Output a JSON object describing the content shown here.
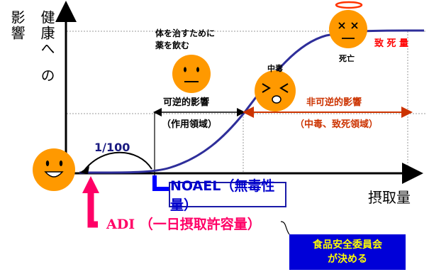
{
  "axes": {
    "y_label_main": "健康へ",
    "y_label_main_2": "の",
    "y_label_left": "影響",
    "x_label": "摂取量"
  },
  "annotations": {
    "ratio": "1/100",
    "effect_note_1": "体を治すために",
    "effect_note_2": "薬を飲む",
    "reversible": "可逆的影響",
    "action_region": "（作用領域）",
    "poisoning": "中毒",
    "irreversible": "非可逆的影響",
    "toxic_region": "（中毒、致死領域）",
    "death": "死亡",
    "lethal_dose": "致 死 量"
  },
  "noael": {
    "label": "NOAEL（無毒性量）"
  },
  "adi": {
    "label": "ADI （一日摂取許容量）"
  },
  "decider": {
    "line1": "食品安全委員会",
    "line2": "が決める"
  },
  "colors": {
    "curve": "#2e2e9a",
    "adi_red": "#ff0066",
    "irreversible_red": "#cc3300",
    "face_orange": "#ff9900",
    "decider_bg": "#0000d8",
    "decider_text": "#ffff00",
    "noael_text": "#0000cc"
  }
}
